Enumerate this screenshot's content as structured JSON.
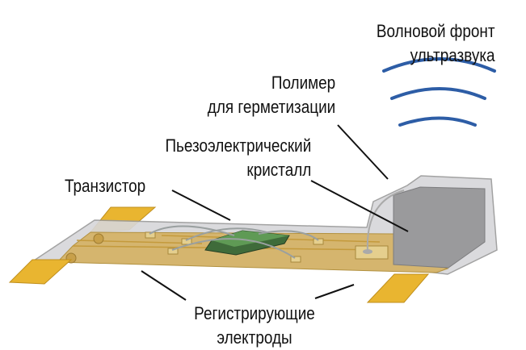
{
  "labels": {
    "wavefront": [
      "Волновой фронт",
      "ультразвука"
    ],
    "polymer": [
      "Полимер",
      "для герметизации"
    ],
    "crystal": [
      "Пьезоэлектрический",
      "кристалл"
    ],
    "transistor": "Транзистор",
    "electrodes": [
      "Регистрирующие",
      "электроды"
    ]
  },
  "colors": {
    "wave": "#2d5da6",
    "gold": "#e9b530",
    "substrate": "#d5b56e",
    "polymer": "#c9c9cc",
    "crystal": "#9a9a9c",
    "chip": "#3f6b3a"
  }
}
